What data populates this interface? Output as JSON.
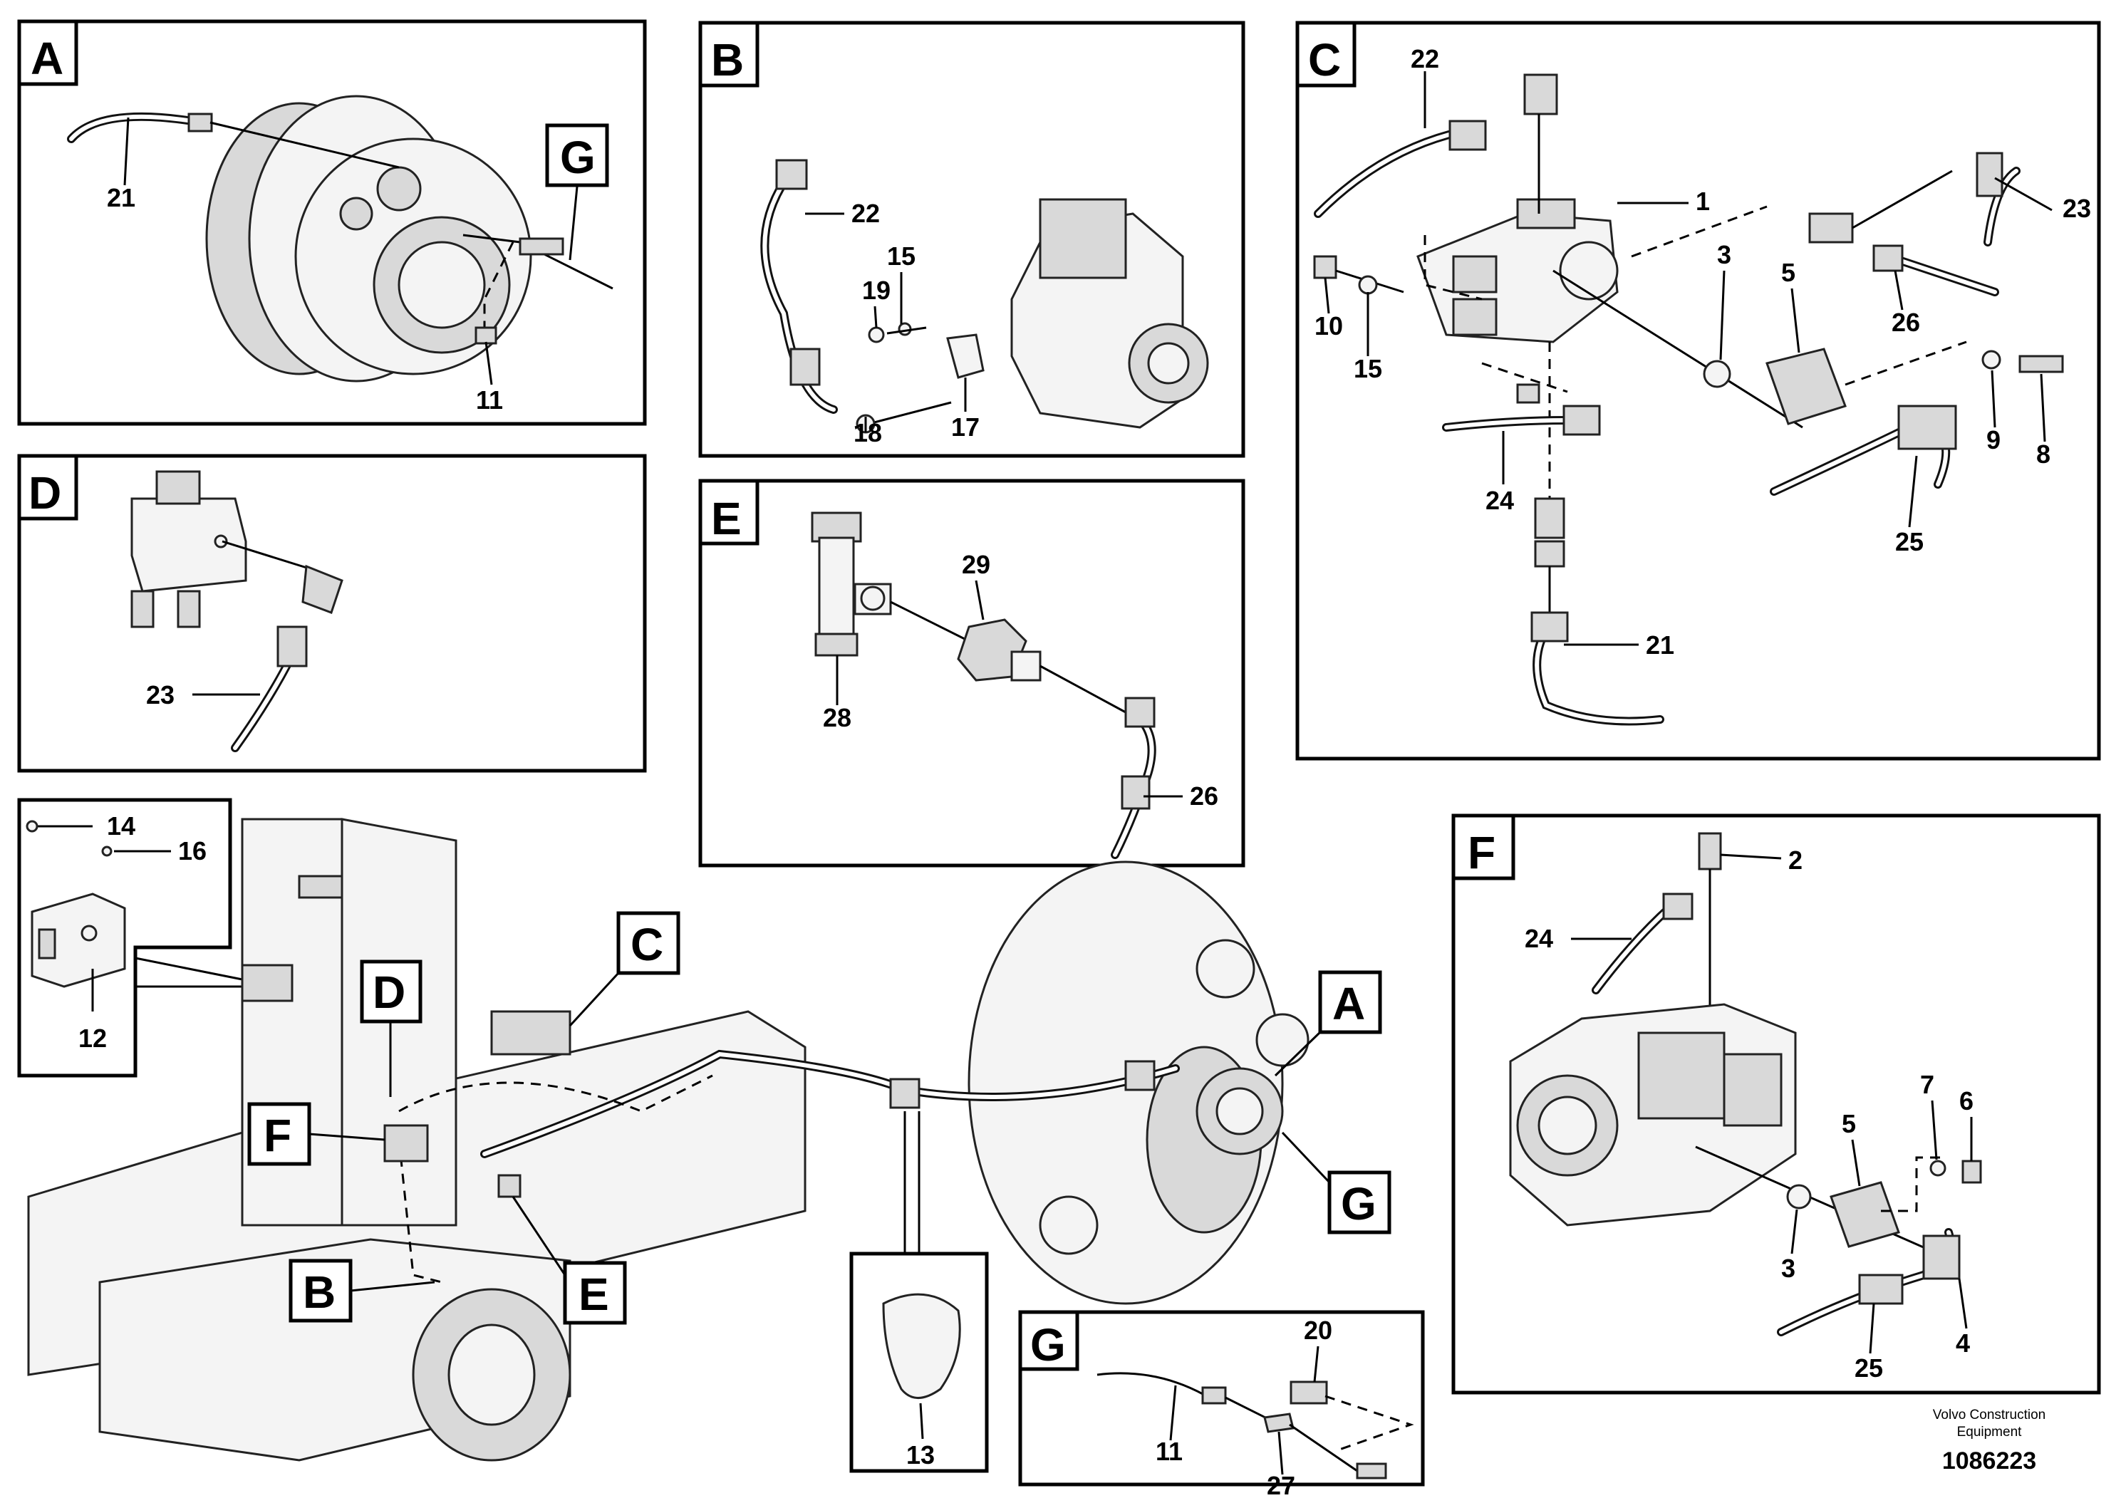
{
  "panels": {
    "A": {
      "letter": "A",
      "callouts": {
        "c21": "21",
        "c11": "11"
      },
      "ref_g": "G"
    },
    "B": {
      "letter": "B",
      "callouts": {
        "c22": "22",
        "c15": "15",
        "c19": "19",
        "c18": "18",
        "c17": "17"
      }
    },
    "C": {
      "letter": "C",
      "callouts": {
        "c22": "22",
        "c1": "1",
        "c23": "23",
        "c3": "3",
        "c5": "5",
        "c26": "26",
        "c10": "10",
        "c15": "15",
        "c9": "9",
        "c8": "8",
        "c24": "24",
        "c25": "25",
        "c21": "21"
      }
    },
    "D": {
      "letter": "D",
      "callouts": {
        "c23": "23"
      }
    },
    "E": {
      "letter": "E",
      "callouts": {
        "c29": "29",
        "c28": "28",
        "c26": "26"
      }
    },
    "F": {
      "letter": "F",
      "callouts": {
        "c2": "2",
        "c24": "24",
        "c7": "7",
        "c6": "6",
        "c5": "5",
        "c3": "3",
        "c4": "4",
        "c25": "25"
      }
    },
    "G": {
      "letter": "G",
      "callouts": {
        "c20": "20",
        "c11": "11",
        "c27": "27"
      }
    }
  },
  "overview": {
    "inset": {
      "callouts": {
        "c14": "14",
        "c16": "16",
        "c12": "12"
      }
    },
    "tags": {
      "C": "C",
      "D": "D",
      "F": "F",
      "A": "A",
      "G": "G",
      "B": "B",
      "E": "E"
    },
    "strap": {
      "callout": "13"
    }
  },
  "footer": {
    "brand_line1": "Volvo Construction",
    "brand_line2": "Equipment",
    "drawing_number": "1086223"
  }
}
